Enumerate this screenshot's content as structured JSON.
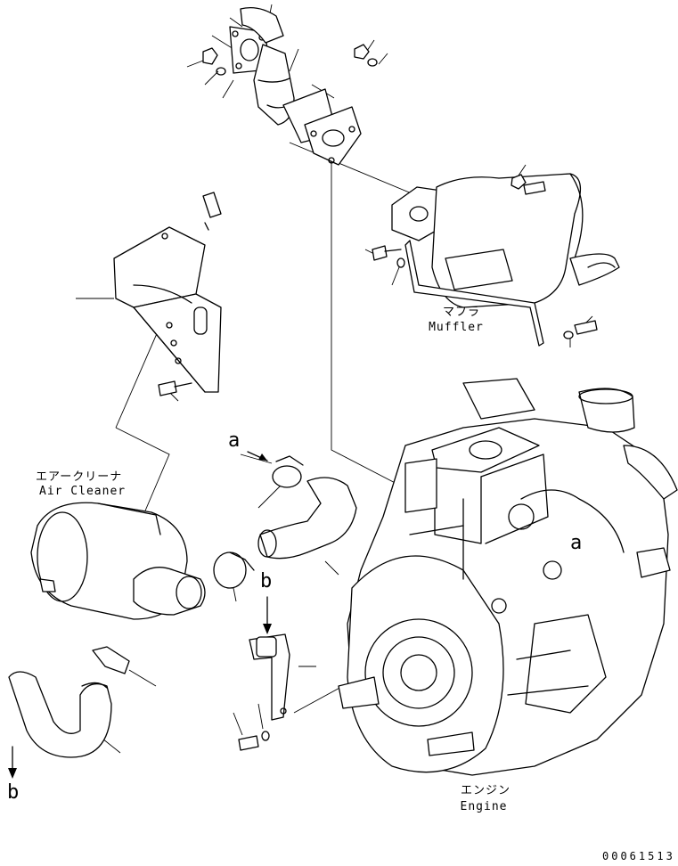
{
  "labels": {
    "muffler_jp": "マフラ",
    "muffler_en": "Muffler",
    "air_cleaner_jp": "エアークリーナ",
    "air_cleaner_en": "Air Cleaner",
    "engine_jp": "エンジン",
    "engine_en": "Engine"
  },
  "markers": {
    "a_left": "a",
    "a_right": "a",
    "b_top": "b",
    "b_bottom": "b"
  },
  "document_number": "00061513"
}
